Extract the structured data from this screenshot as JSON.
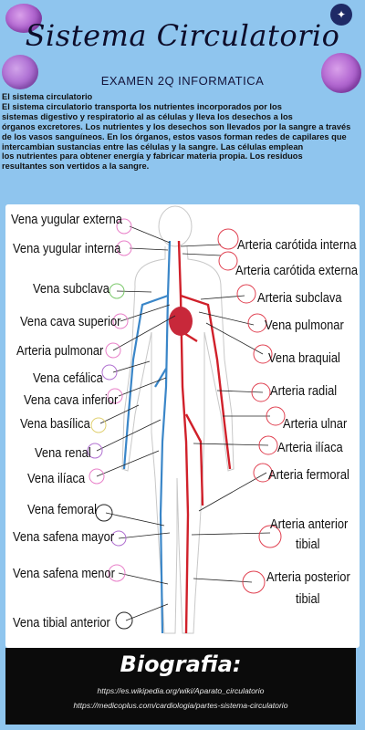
{
  "title": "Sistema Circulatorio",
  "subtitle": "EXAMEN 2Q INFORMATICA",
  "intro": {
    "heading": "El sistema circulatorio",
    "lines": [
      "El sistema circulatorio transporta los nutrientes incorporados por los",
      "sistemas digestivo y respiratorio al as células y lleva los desechos a los",
      "órganos excretores. Los nutrientes y los desechos son llevados por la sangre a través",
      "de los vasos sanguíneos. En los órganos, estos vasos forman redes de capilares que",
      "intercambian sustancias entre las células y la sangre. Las células emplean",
      "los nutrientes para obtener energía y fabricar materia propia. Los residuos",
      "resultantes son vertidos a la sangre."
    ]
  },
  "diagram": {
    "left_labels": [
      "Vena yugular externa",
      "Vena yugular interna",
      "Vena subclava",
      "Vena cava superior",
      "Arteria pulmonar",
      "Vena cefálica",
      "Vena cava inferior",
      "Vena basílica",
      "Vena renal",
      "Vena ilíaca",
      "Vena femoral",
      "Vena safena mayor",
      "Vena safena menor",
      "Vena tibial anterior"
    ],
    "right_labels": [
      "Arteria carótida interna",
      "Arteria carótida externa",
      "Arteria subclava",
      "Vena pulmonar",
      "Vena braquial",
      "Arteria radial",
      "Arteria ulnar",
      "Arteria ilíaca",
      "Arteria fermoral",
      "Arteria anterior",
      "tibial",
      "Arteria posterior",
      "tibial"
    ]
  },
  "footer": {
    "title": "Biografia:",
    "links": [
      "https://es.wikipedia.org/wiki/Aparato_circulatorio",
      "https://medicoplus.com/cardiologia/partes-sistema-circulatorio"
    ]
  },
  "colors": {
    "background": "#8fc5ee",
    "artery": "#d0202a",
    "vein": "#3a86c8",
    "marker_pink": "#e87fc8",
    "marker_red": "#e04050",
    "footer": "#0b0b0b"
  },
  "icons": [
    "pin-icon"
  ]
}
